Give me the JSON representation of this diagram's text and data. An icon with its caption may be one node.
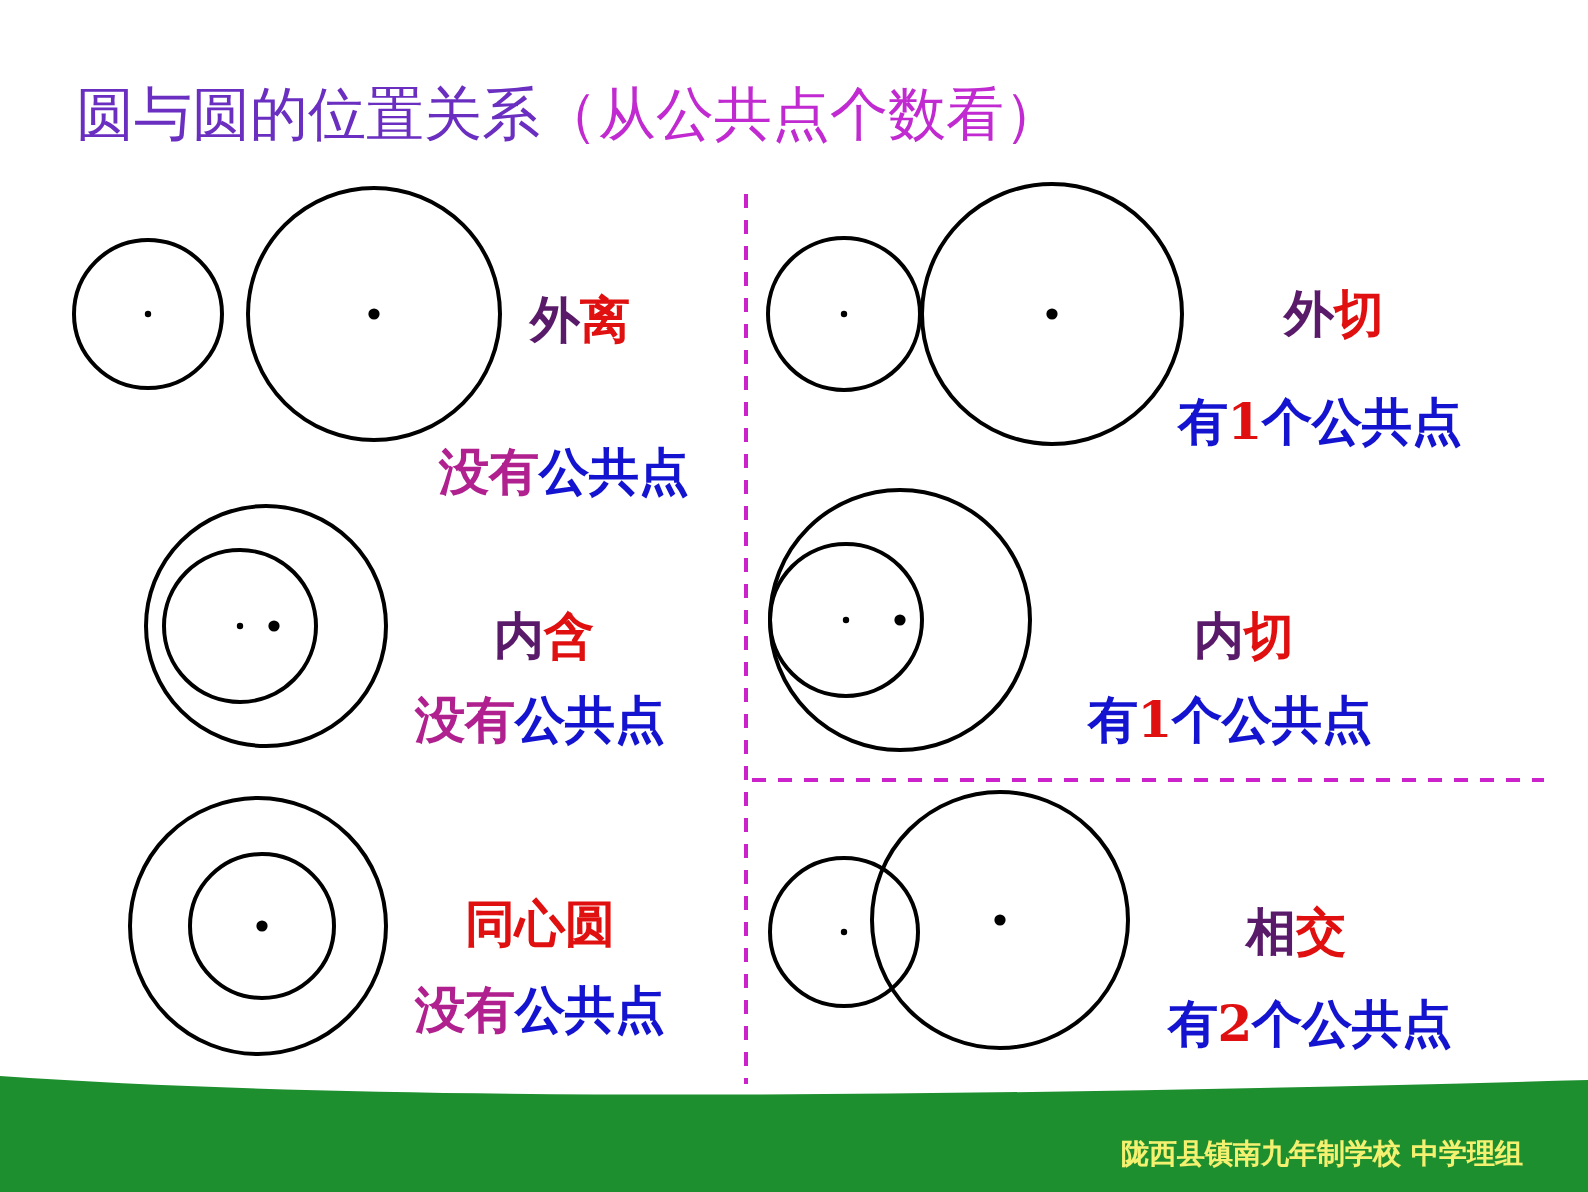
{
  "diagram": {
    "title": "圆与圆的位置关系（从公共点个数看）",
    "labels": [
      "外离",
      "外切",
      "没有公共点",
      "有1个公共点",
      "内含",
      "内切",
      "没有公共点",
      "有1个公共点",
      "同心圆",
      "相交",
      "没有公共点",
      "有2个公共点",
      "陇西县镇南九年制学校 中学理组"
    ]
  }
}
